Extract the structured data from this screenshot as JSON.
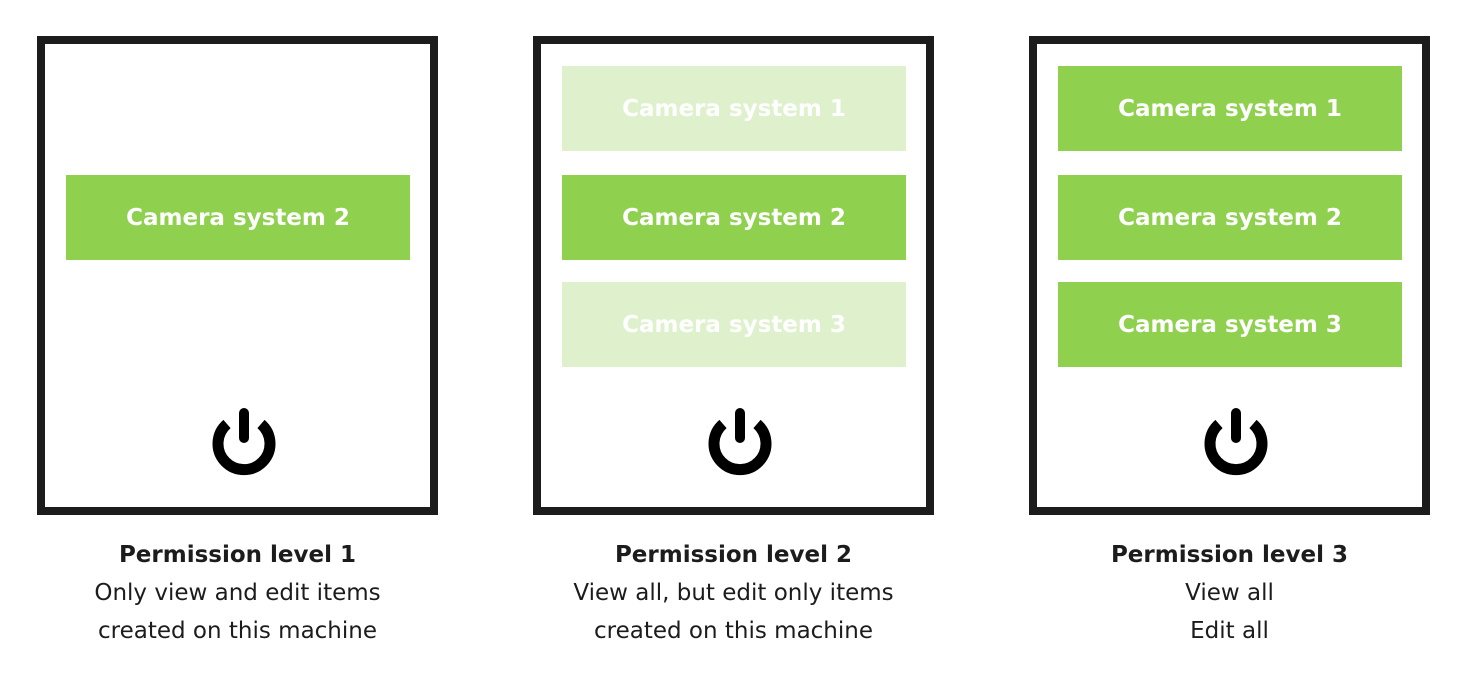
{
  "colors": {
    "active": "#8fd14f",
    "inactive": "#def1cc",
    "frame": "#1c1c1c"
  },
  "panels": [
    {
      "buttons": [
        {
          "label": "Camera system 2",
          "state": "active"
        }
      ],
      "icon": "power-icon",
      "title": "Permission level 1",
      "lines": [
        "Only view and edit items",
        "created on this machine"
      ]
    },
    {
      "buttons": [
        {
          "label": "Camera system 1",
          "state": "inactive"
        },
        {
          "label": "Camera system 2",
          "state": "active"
        },
        {
          "label": "Camera system 3",
          "state": "inactive"
        }
      ],
      "icon": "power-icon",
      "title": "Permission level 2",
      "lines": [
        "View all, but edit only items",
        "created on this machine"
      ]
    },
    {
      "buttons": [
        {
          "label": "Camera system 1",
          "state": "active"
        },
        {
          "label": "Camera system 2",
          "state": "active"
        },
        {
          "label": "Camera system 3",
          "state": "active"
        }
      ],
      "icon": "power-icon",
      "title": "Permission level 3",
      "lines": [
        "View all",
        "Edit all"
      ]
    }
  ]
}
